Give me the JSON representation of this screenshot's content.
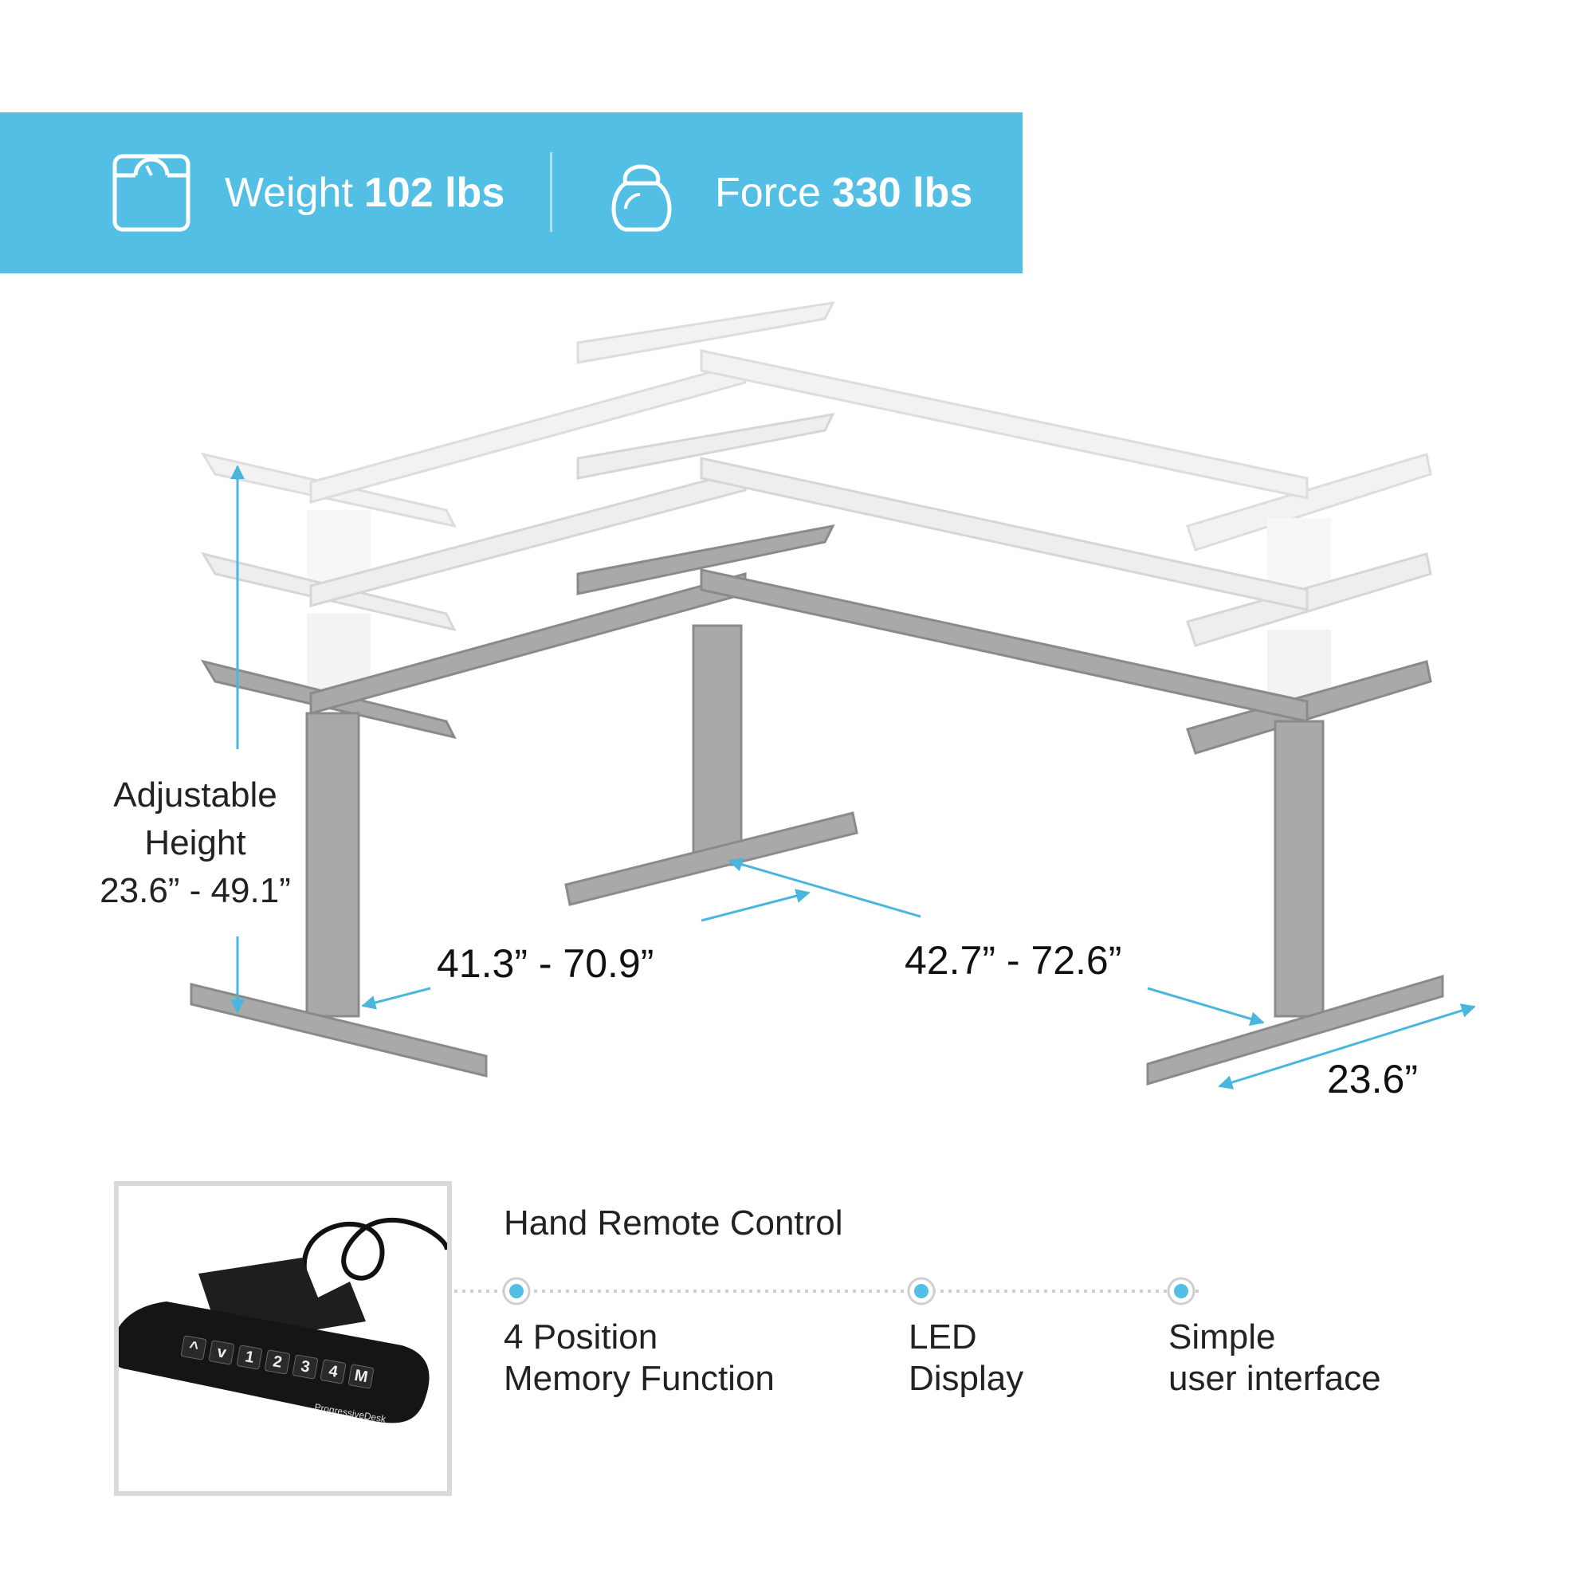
{
  "banner": {
    "weight_label": "Weight",
    "weight_value": "102 lbs",
    "force_label": "Force",
    "force_value": "330 lbs",
    "icons": [
      "scale-icon",
      "kettlebell-icon"
    ],
    "background": "#53bfe4"
  },
  "dimensions": {
    "height_line1": "Adjustable",
    "height_line2": "Height",
    "height_range": "23.6” - 49.1”",
    "left_width": "41.3” - 70.9”",
    "right_width": "42.7” - 72.6”",
    "depth": "23.6”"
  },
  "remote": {
    "title": "Hand Remote Control",
    "buttons": [
      "^",
      "v",
      "1",
      "2",
      "3",
      "4",
      "M"
    ],
    "brand": "ProgressiveDesk",
    "features": [
      {
        "line1": "4 Position",
        "line2": "Memory Function"
      },
      {
        "line1": "LED",
        "line2": "Display"
      },
      {
        "line1": "Simple",
        "line2": "user interface"
      }
    ]
  },
  "colors": {
    "accent": "#53bfe4",
    "frame": "#a6a6a6",
    "ghost": "#ececec"
  }
}
